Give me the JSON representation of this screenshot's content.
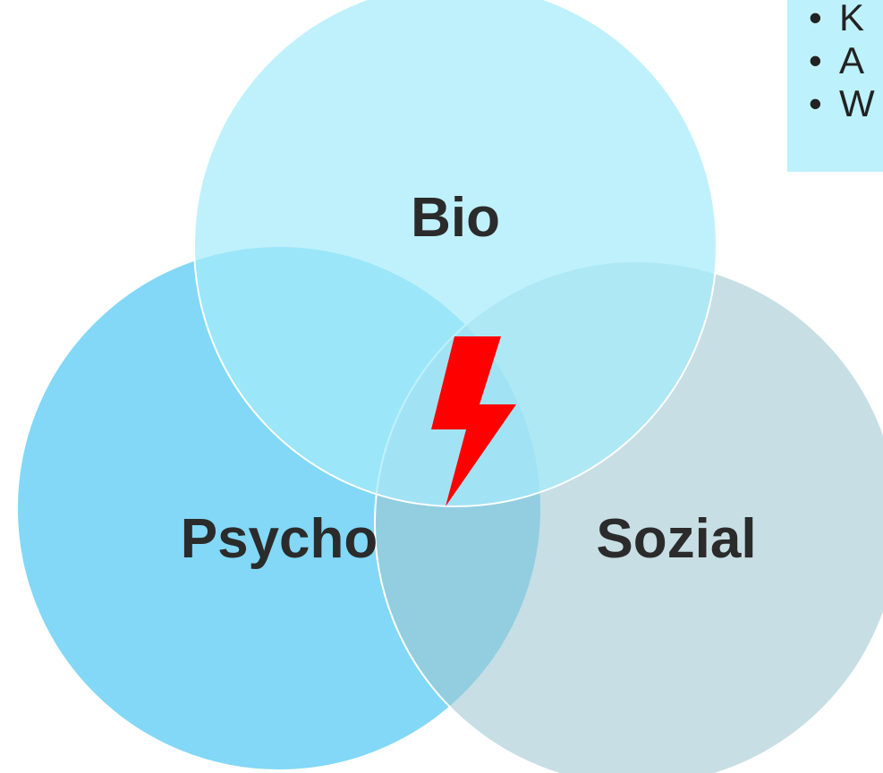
{
  "diagram": {
    "circles": [
      {
        "id": "bio",
        "label": "Bio",
        "color": "#b3effc"
      },
      {
        "id": "psycho",
        "label": "Psycho",
        "color": "#5fcdf3"
      },
      {
        "id": "sozial",
        "label": "Sozial",
        "color": "#b6d6de"
      }
    ],
    "center_icon": "lightning-bolt-icon",
    "center_icon_color": "#ff0000"
  },
  "bullet_box": {
    "background": "#bdf1fb",
    "bullet_glyph": "•",
    "items": [
      "K",
      "A",
      "W"
    ]
  }
}
